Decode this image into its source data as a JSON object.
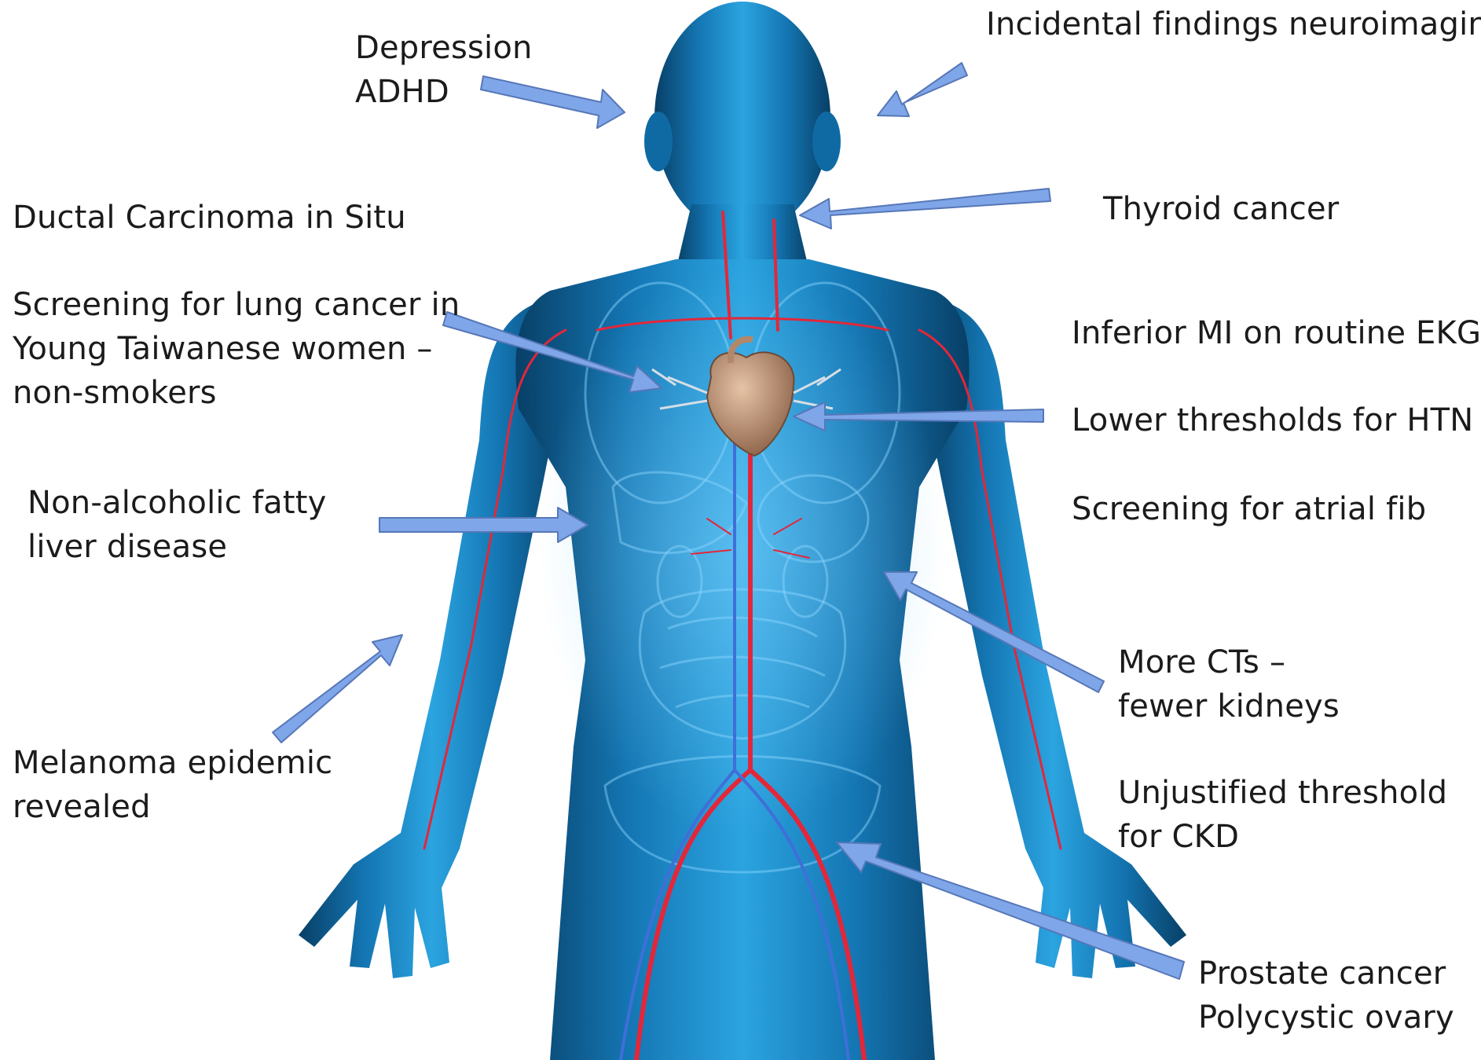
{
  "labels": {
    "depression": [
      "Depression",
      "ADHD"
    ],
    "incidental": [
      "Incidental findings neuroimaging"
    ],
    "dcis": [
      "Ductal Carcinoma in Situ"
    ],
    "thyroid": [
      "Thyroid cancer"
    ],
    "lung": [
      "Screening for lung cancer in",
      "Young Taiwanese women –",
      "non-smokers"
    ],
    "inferior_mi": [
      "Inferior MI on routine EKG"
    ],
    "htn": [
      "Lower thresholds for HTN"
    ],
    "nafld": [
      "Non-alcoholic fatty",
      "liver disease"
    ],
    "afib": [
      "Screening for atrial fib"
    ],
    "ct": [
      "More CTs –",
      "fewer kidneys"
    ],
    "melanoma": [
      "Melanoma epidemic",
      "revealed"
    ],
    "ckd": [
      "Unjustified threshold",
      "for CKD"
    ],
    "prostate": [
      "Prostate cancer",
      "Polycystic ovary"
    ]
  },
  "colors": {
    "arrow_fill": "#7fa6e8",
    "arrow_stroke": "#5677b8",
    "body_blue": "#1f8fd0",
    "vessel_red": "#e2273a",
    "heart": "#c79a7c"
  }
}
